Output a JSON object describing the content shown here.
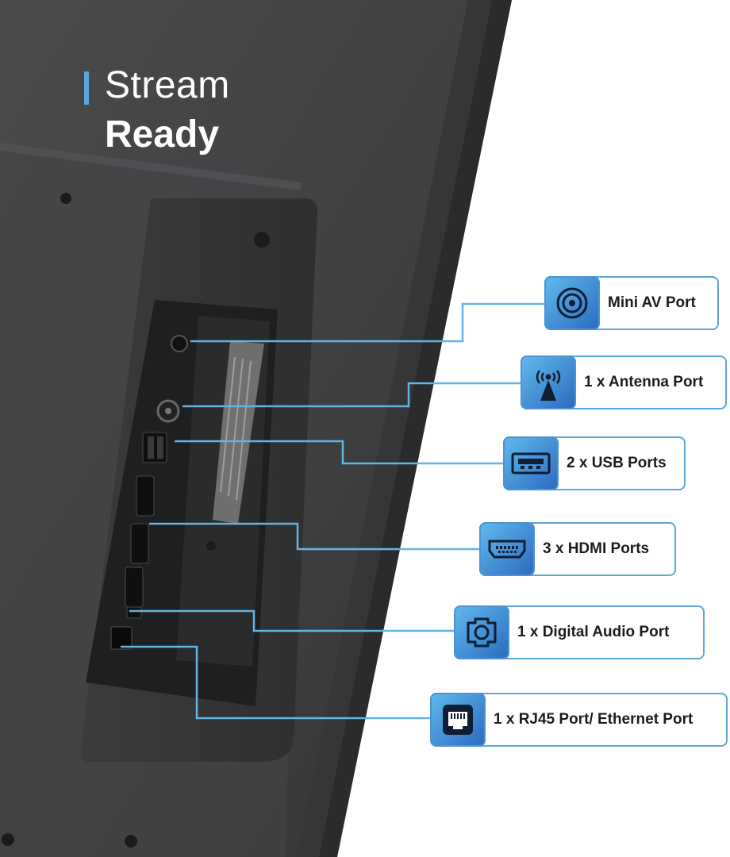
{
  "hero": {
    "title_line1": "Stream",
    "title_line2": "Ready",
    "accent_color": "#5aa7d9"
  },
  "ports": [
    {
      "label": "Mini AV Port",
      "icon": "mini-av-icon"
    },
    {
      "label": "1 x Antenna Port",
      "icon": "antenna-icon"
    },
    {
      "label": "2 x USB Ports",
      "icon": "usb-icon"
    },
    {
      "label": "3 x HDMI Ports",
      "icon": "hdmi-icon"
    },
    {
      "label": "1 x Digital Audio Port",
      "icon": "digital-audio-icon"
    },
    {
      "label": "1 x RJ45 Port/ Ethernet Port",
      "icon": "ethernet-icon"
    }
  ]
}
